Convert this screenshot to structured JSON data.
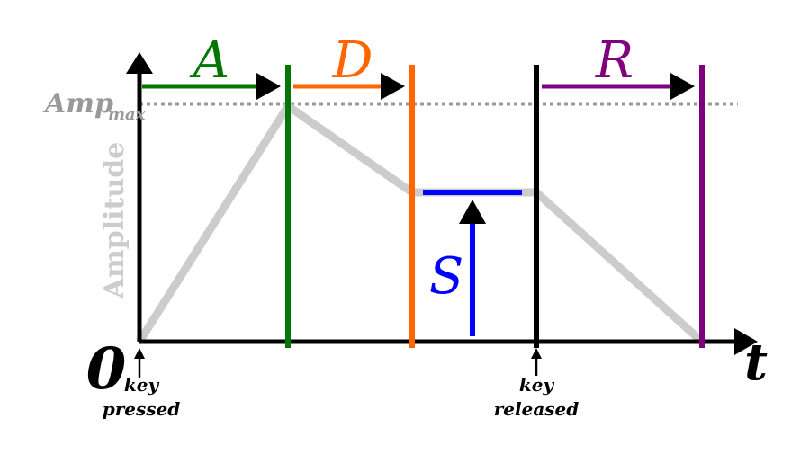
{
  "labels": {
    "attack": "A",
    "decay": "D",
    "sustain": "S",
    "release": "R",
    "amp": "Amp",
    "amp_sub": "max",
    "y_axis": "Amplitude",
    "origin": "0",
    "x_axis": "t",
    "key_pressed_line1": "key",
    "key_pressed_line2": "pressed",
    "key_released_line1": "key",
    "key_released_line2": "released"
  },
  "colors": {
    "attack": "#007700",
    "decay": "#ff6600",
    "sustain": "#0000ff",
    "release": "#7f007f",
    "envelope": "#cccccc",
    "amp_guide": "#999999",
    "axis": "#000000"
  }
}
